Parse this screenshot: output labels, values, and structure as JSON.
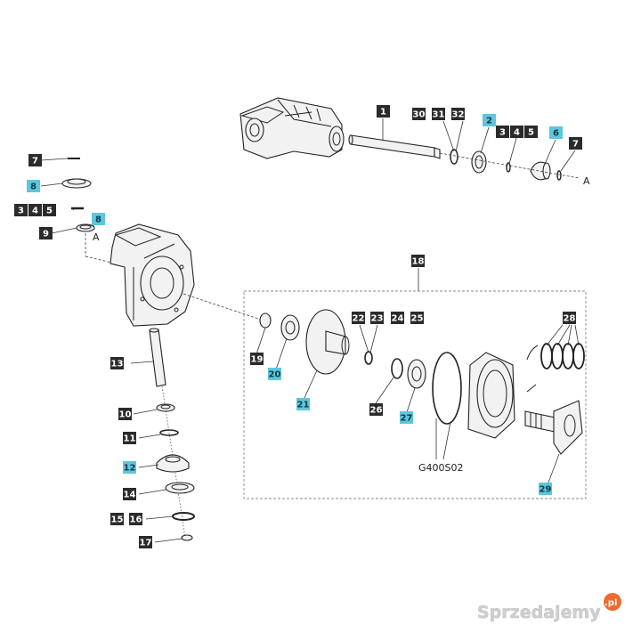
{
  "colors": {
    "label_dark": "#2b2b2b",
    "label_highlight": "#5ec6dc",
    "label_text_dark": "#ffffff",
    "label_text_highlight": "#0d3a46"
  },
  "labels": [
    {
      "id": "1",
      "highlight": false
    },
    {
      "id": "30",
      "highlight": false
    },
    {
      "id": "31",
      "highlight": false
    },
    {
      "id": "32",
      "highlight": false
    },
    {
      "id": "2",
      "highlight": true
    },
    {
      "id": "3",
      "highlight": false
    },
    {
      "id": "4",
      "highlight": false
    },
    {
      "id": "5",
      "highlight": false
    },
    {
      "id": "6",
      "highlight": true
    },
    {
      "id": "7",
      "highlight": false
    },
    {
      "id": "7",
      "highlight": false
    },
    {
      "id": "8",
      "highlight": true
    },
    {
      "id": "3",
      "highlight": false
    },
    {
      "id": "4",
      "highlight": false
    },
    {
      "id": "5",
      "highlight": false
    },
    {
      "id": "8",
      "highlight": true
    },
    {
      "id": "9",
      "highlight": false
    },
    {
      "id": "18",
      "highlight": false
    },
    {
      "id": "22",
      "highlight": false
    },
    {
      "id": "23",
      "highlight": false
    },
    {
      "id": "24",
      "highlight": false
    },
    {
      "id": "25",
      "highlight": false
    },
    {
      "id": "28",
      "highlight": false
    },
    {
      "id": "19",
      "highlight": false
    },
    {
      "id": "20",
      "highlight": true
    },
    {
      "id": "21",
      "highlight": true
    },
    {
      "id": "26",
      "highlight": false
    },
    {
      "id": "27",
      "highlight": true
    },
    {
      "id": "29",
      "highlight": true
    },
    {
      "id": "13",
      "highlight": false
    },
    {
      "id": "10",
      "highlight": false
    },
    {
      "id": "11",
      "highlight": false
    },
    {
      "id": "12",
      "highlight": true
    },
    {
      "id": "14",
      "highlight": false
    },
    {
      "id": "15",
      "highlight": false
    },
    {
      "id": "16",
      "highlight": false
    },
    {
      "id": "17",
      "highlight": false
    }
  ],
  "text": {
    "ref_a_top": "A",
    "ref_a_left": "A",
    "kit_code": "G400S02",
    "watermark": "Sprzedajemy",
    "watermark_suffix": ".pl"
  }
}
